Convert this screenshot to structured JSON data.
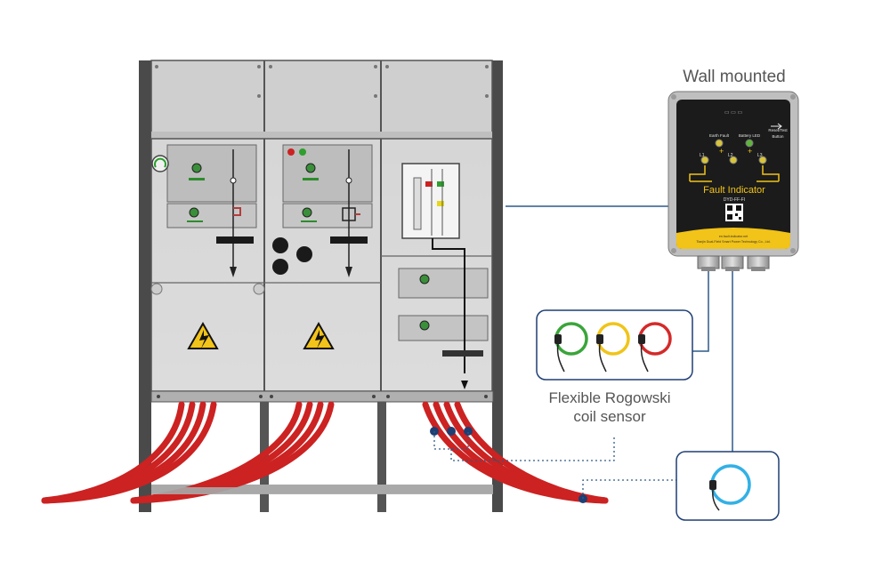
{
  "labels": {
    "wall_mounted": "Wall mounted",
    "rogowski_line1": "Flexible Rogowski",
    "rogowski_line2": "coil sensor"
  },
  "device": {
    "title": "Fault Indicator",
    "model": "DYD-FF-FI",
    "earth_fault": "Earth Fault",
    "battery_led": "Battery LED",
    "reset_test": "Reset/Test",
    "reset_test2": "Button",
    "phases": [
      "L1",
      "L2",
      "L3"
    ],
    "footer1": "en.fault.indicator.net",
    "footer2": "Tianjin Dual-Field Smart Power Technology Co., Ltd."
  },
  "colors": {
    "cable_red": "#cc2222",
    "line_blue": "#2d5a88",
    "device_yellow": "#f2c318",
    "device_dark": "#1b1b1b",
    "cabinet_gray": "#d9d9d9",
    "coil_green": "#3aa53a",
    "coil_yellow": "#f0c419",
    "coil_red": "#d42a2a",
    "coil_blue": "#33b0e6"
  },
  "icons": [
    "warning-high-voltage-icon",
    "pressure-gauge-icon",
    "rogowski-coil-icon"
  ]
}
